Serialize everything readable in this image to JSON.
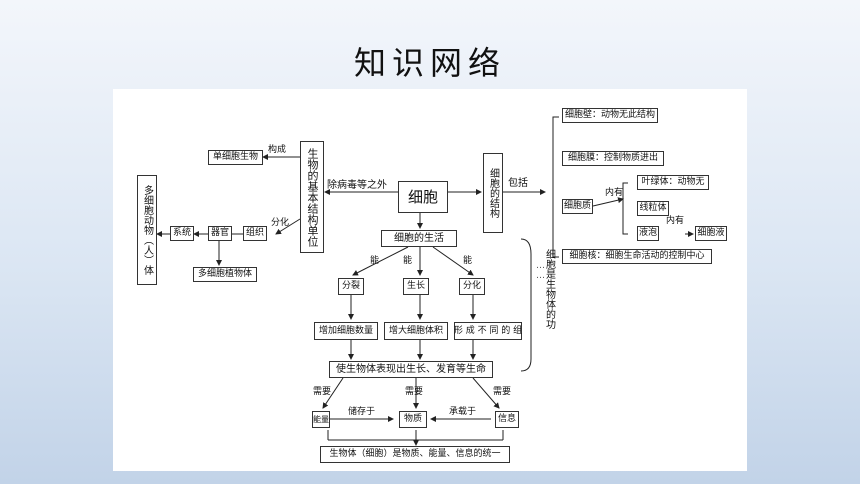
{
  "title": "知识网络",
  "diagram": {
    "left": {
      "multicell_animal": "多细胞动物（人）体",
      "system": "系统",
      "organ": "器官",
      "tissue": "组织",
      "multicell_plant": "多细胞植物体",
      "unicellular": "单细胞生物",
      "structural_unit": "生物的基本结构单位",
      "composes": "构成",
      "differentiation": "分化"
    },
    "center": {
      "except_virus": "除病毒等之外",
      "cell": "细胞",
      "cell_life": "细胞的生活",
      "can1": "能",
      "can2": "能",
      "can3": "能",
      "division": "分裂",
      "growth": "生长",
      "differentiate": "分化",
      "increase_number": "增加细胞数量",
      "increase_volume": "增大细胞体积",
      "form_different": "形 成 不 同 的 组",
      "enable": "使生物体表现出生长、发育等生命",
      "needs1": "需要",
      "needs2": "需要",
      "needs3": "需要",
      "energy": "能量",
      "matter": "物质",
      "info": "信息",
      "stored_in": "储存于",
      "carried_by": "承载于",
      "unity": "生物体（细胞）是物质、能量、信息的统一"
    },
    "right": {
      "cell_structure": "细胞的结构",
      "includes": "包括",
      "cell_wall": "细胞壁：动物无此结构",
      "cell_membrane": "细胞膜：控制物质进出",
      "cytoplasm": "细胞质",
      "contains1": "内有",
      "chloroplast": "叶绿体：动物无",
      "mitochondria": "线粒体",
      "vacuole": "液泡",
      "contains2": "内有",
      "cell_sap": "细胞液",
      "nucleus": "细胞核：细胞生命活动的控制中心",
      "function_unit": "细胞是生物体的功",
      "dots": "……"
    }
  }
}
